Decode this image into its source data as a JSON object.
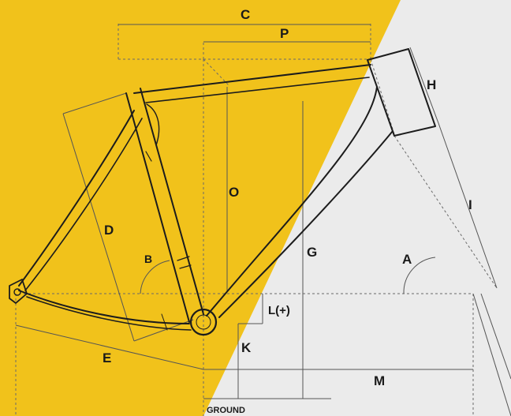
{
  "colors": {
    "background": "#ebebeb",
    "accent_yellow": "#f1c21b",
    "frame_stroke": "#1c1c1c"
  },
  "labels": {
    "c": "C",
    "p": "P",
    "h": "H",
    "o": "O",
    "i": "I",
    "d": "D",
    "g": "G",
    "a": "A",
    "b": "B",
    "l": "L(+)",
    "k": "K",
    "e": "E",
    "m": "M",
    "ground": "GROUND"
  }
}
